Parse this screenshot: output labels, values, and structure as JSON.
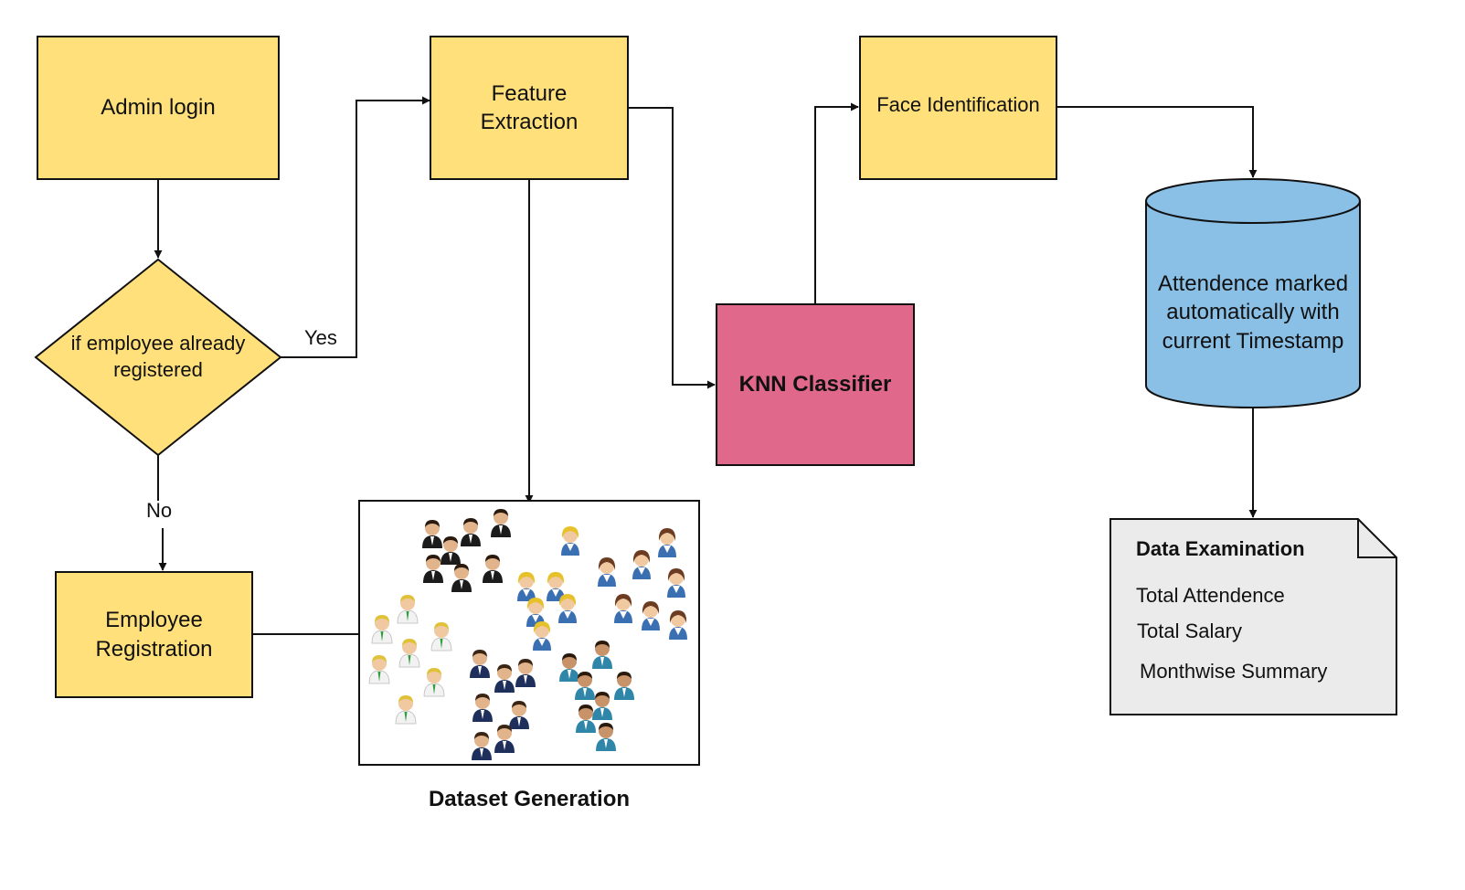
{
  "nodes": {
    "admin_login": "Admin login",
    "decision": "if employee already registered",
    "employee_registration": "Employee Registration",
    "feature_extraction": "Feature Extraction",
    "dataset_generation": "Dataset Generation",
    "knn_classifier": "KNN Classifier",
    "face_identification": "Face Identification",
    "attendance_db": "Attendence marked automatically with current Timestamp",
    "data_examination": {
      "title": "Data Examination",
      "items": [
        "Total Attendence",
        "Total Salary",
        "Monthwise Summary"
      ]
    }
  },
  "edges": {
    "yes": "Yes",
    "no": "No"
  },
  "colors": {
    "process": "#FFE07A",
    "classifier": "#E0688A",
    "database": "#8ABFE6",
    "document": "#EBEBEB",
    "stroke": "#111111"
  }
}
